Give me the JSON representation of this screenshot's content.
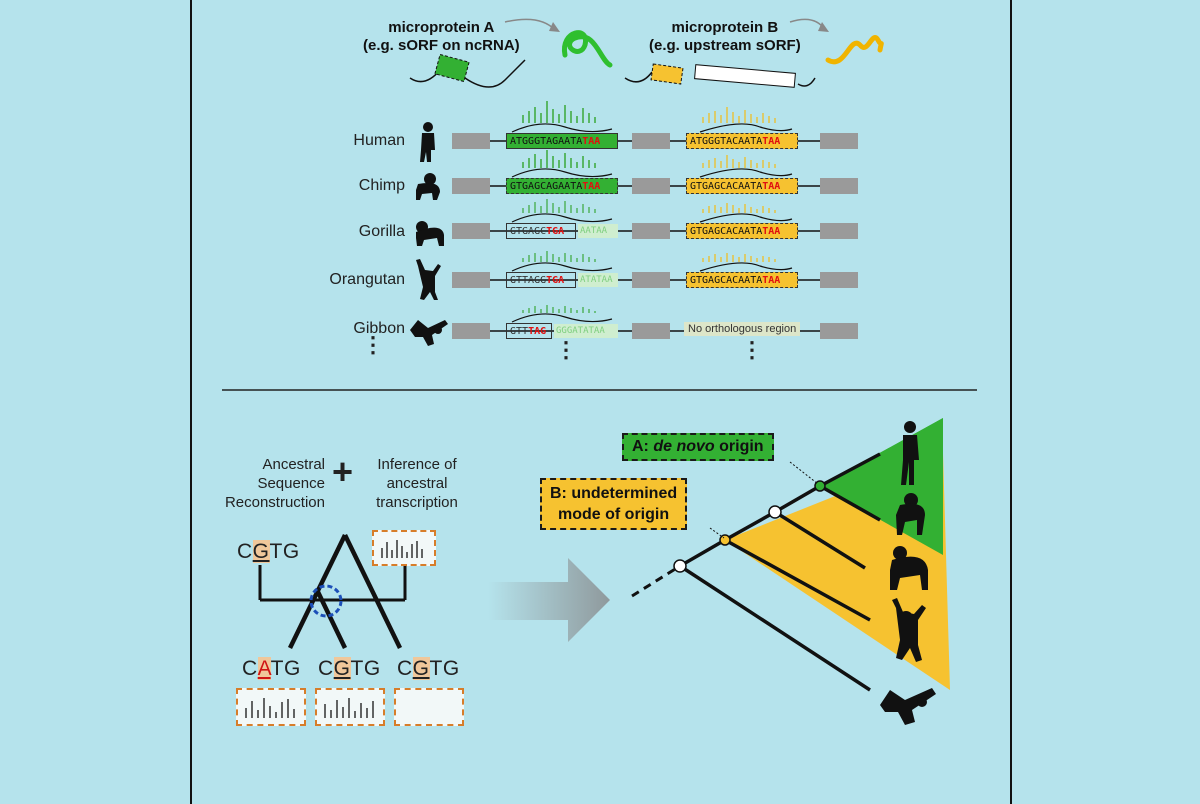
{
  "microprotein_a": {
    "title": "microprotein A",
    "subtitle": "(e.g. sORF on ncRNA)"
  },
  "microprotein_b": {
    "title": "microprotein B",
    "subtitle": "(e.g. upstream sORF)"
  },
  "species": [
    "Human",
    "Chimp",
    "Gorilla",
    "Orangutan",
    "Gibbon"
  ],
  "orf_a": {
    "human": {
      "seq": "ATGGGTAGAATA",
      "stop": "TAA"
    },
    "chimp": {
      "seq": "GTGAGCAGAATA",
      "stop": "TAA"
    },
    "gorilla": {
      "seq": "GTGAGC",
      "stop": "TGA",
      "rest": "AATAA"
    },
    "orangutan": {
      "seq": "GTTAGG",
      "stop": "TGA",
      "rest": "ATATAA"
    },
    "gibbon": {
      "seq": "GTT",
      "stop": "TAG",
      "rest": "GGGATATAA"
    }
  },
  "orf_b": {
    "human": {
      "seq": "ATGGGTACAATA",
      "stop": "TAA"
    },
    "chimp": {
      "seq": "GTGAGCACAATA",
      "stop": "TAA"
    },
    "gorilla": {
      "seq": "GTGAGCACAATA",
      "stop": "TAA"
    },
    "orangutan": {
      "seq": "GTGAGCACAATA",
      "stop": "TAA"
    },
    "gibbon_note": "No orthologous region"
  },
  "method": {
    "left": [
      "Ancestral",
      "Sequence",
      "Reconstruction"
    ],
    "plus": "+",
    "right": [
      "Inference of",
      "ancestral",
      "transcription"
    ]
  },
  "tree_sequences": {
    "ancestor": {
      "pre": "C",
      "mid": "G",
      "post": "TG"
    },
    "leaf1": {
      "pre": "C",
      "mid": "A",
      "post": "TG"
    },
    "leaf2": {
      "pre": "C",
      "mid": "G",
      "post": "TG"
    },
    "leaf3": {
      "pre": "C",
      "mid": "G",
      "post": "TG"
    }
  },
  "callouts": {
    "a_prefix": "A: ",
    "a_italic": "de novo",
    "a_suffix": " origin",
    "b_line1": "B: undetermined",
    "b_line2": "mode of origin"
  },
  "ellipsis": "⋮",
  "colors": {
    "background": "#b5e3ec",
    "green": "#33b033",
    "yellow": "#f6c230",
    "stop": "#e01010",
    "dashed_orange": "#d77d2a"
  }
}
